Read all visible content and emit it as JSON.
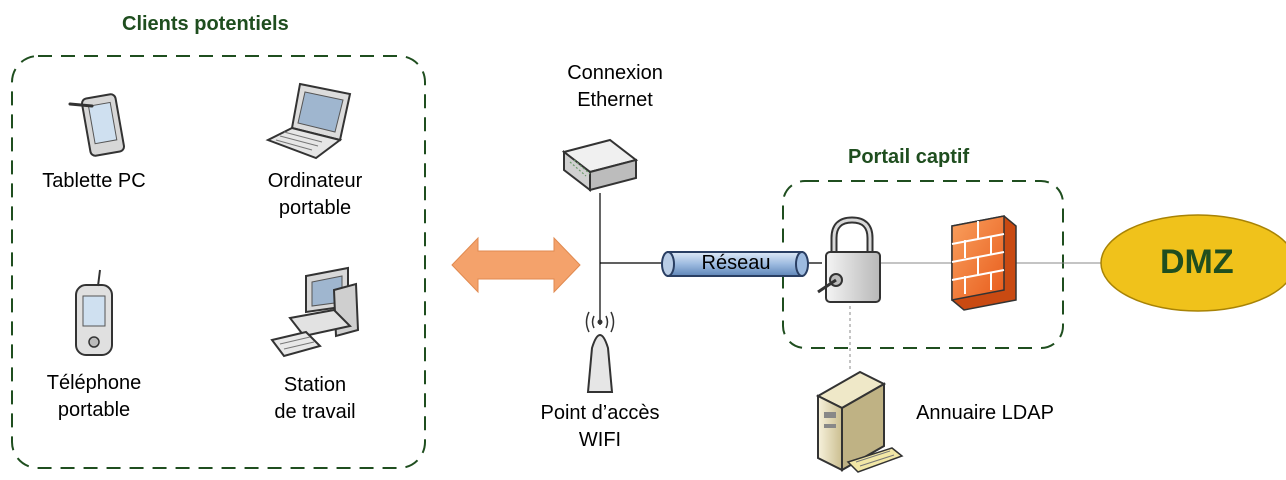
{
  "clients_group": {
    "title": "Clients potentiels",
    "devices": {
      "tablet": "Tablette PC",
      "laptop_line1": "Ordinateur",
      "laptop_line2": "portable",
      "phone_line1": "Téléphone",
      "phone_line2": "portable",
      "workstation_line1": "Station",
      "workstation_line2": "de travail"
    }
  },
  "ethernet": {
    "line1": "Connexion",
    "line2": "Ethernet"
  },
  "wifi": {
    "line1": "Point d’accès",
    "line2": "WIFI"
  },
  "network_tube_label": "Réseau",
  "captive_portal": {
    "title": "Portail captif"
  },
  "ldap_label": "Annuaire LDAP",
  "dmz_label": "DMZ",
  "colors": {
    "group_border": "#1f4e1f",
    "arrow": "#f4a26b",
    "tube": "#9dbbe0",
    "dmz_fill": "#f0c21b",
    "firewall": "#f47a35"
  }
}
